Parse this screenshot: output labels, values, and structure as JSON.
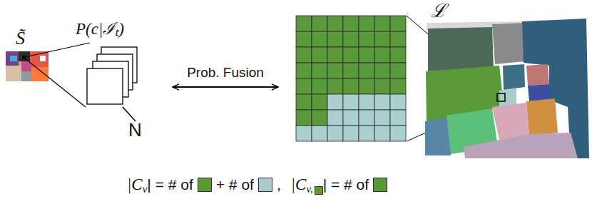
{
  "diagram": {
    "nodes": [
      {
        "text": [
          "S̃"
        ]
      },
      {
        "text": [
          "P(c|ℐₜ)"
        ]
      },
      {
        "text": [
          "ℒ"
        ]
      }
    ],
    "edges": [
      {
        "from": 1,
        "to": 2,
        "arrow": "both",
        "label": "Prob. Fusion"
      }
    ],
    "labels": [
      "N",
      "|C",
      "v",
      "| = # of",
      "+ # of",
      ",",
      "|C",
      "v,",
      "| = # of"
    ]
  }
}
